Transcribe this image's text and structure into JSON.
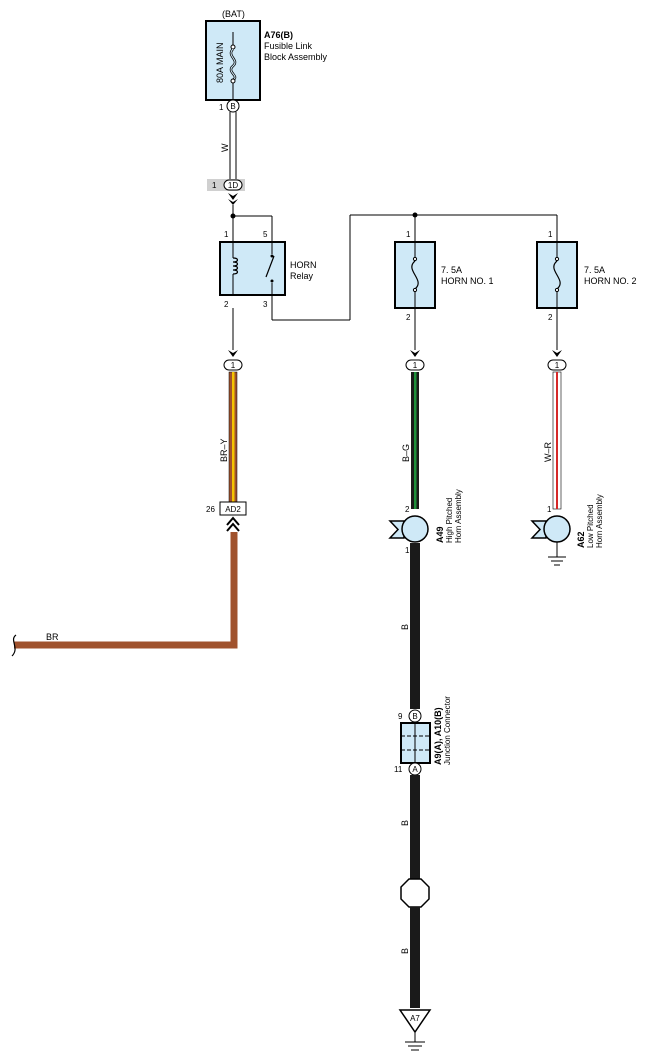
{
  "battery_label": "(BAT)",
  "fusible_link": {
    "rating_label": "80A MAIN",
    "code": "A76(B)",
    "name_line1": "Fusible Link",
    "name_line2": "Block Assembly",
    "pin": "1",
    "connector": "B"
  },
  "wire_w": "W",
  "junction_1d": {
    "pin": "1",
    "code": "1D"
  },
  "horn_relay": {
    "name_line1": "HORN",
    "name_line2": "Relay",
    "pins": {
      "p1": "1",
      "p2": "2",
      "p3": "3",
      "p5": "5"
    }
  },
  "fuse_horn1": {
    "rating": "7. 5A",
    "name": "HORN NO. 1",
    "pin_top": "1",
    "pin_bottom": "2"
  },
  "fuse_horn2": {
    "rating": "7. 5A",
    "name": "HORN NO. 2",
    "pin_top": "1",
    "pin_bottom": "2"
  },
  "in_line_connectors": {
    "left": "1",
    "center": "1",
    "right": "1"
  },
  "wires": {
    "br_y": "BR–Y",
    "b_g": "B–G",
    "w_r": "W–R",
    "br": "BR",
    "b1": "B",
    "b2": "B",
    "b3": "B"
  },
  "connector_ad2": {
    "pin": "26",
    "code": "AD2"
  },
  "horn_high": {
    "code": "A49",
    "name_line1": "High Pitched",
    "name_line2": "Horn Assembly",
    "pin_top": "2",
    "pin_bottom": "1"
  },
  "horn_low": {
    "code": "A62",
    "name_line1": "Low Pitched",
    "name_line2": "Horn Assembly",
    "pin_top": "1"
  },
  "junction_connector": {
    "code": "A9(A), A10(B)",
    "name": "Junction Connector",
    "pin_b": "9",
    "conn_b": "B",
    "pin_a": "11",
    "conn_a": "A"
  },
  "ground": {
    "code": "A7"
  },
  "colors": {
    "component_fill": "#cfe9f7",
    "br_wire": "#a0522d",
    "b_wire": "#1a1a1a",
    "yellow_stripe": "#f5c400",
    "green_stripe": "#1f8f3a",
    "red_stripe": "#d62828",
    "connector_highlight": "#d0d0d0"
  }
}
